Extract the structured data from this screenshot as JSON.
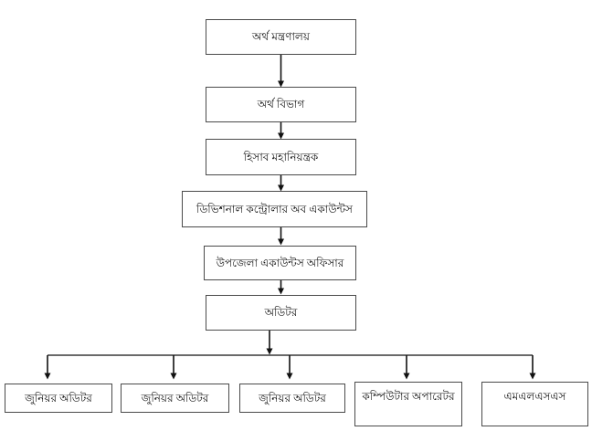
{
  "org_chart": {
    "type": "flowchart",
    "orientation": "top-down",
    "chain": [
      {
        "id": "ministry-of-finance",
        "label": "অর্থ মন্ত্রণালয়"
      },
      {
        "id": "finance-division",
        "label": "অর্থ বিভাগ"
      },
      {
        "id": "controller-general-of-accounts",
        "label": "হিসাব মহানিয়ন্ত্রক"
      },
      {
        "id": "divisional-controller-of-accounts",
        "label": "ডিভিশনাল কন্ট্রোলার অব একাউন্টস"
      },
      {
        "id": "upazila-accounts-officer",
        "label": "উপজেলা একাউন্টস অফিসার"
      },
      {
        "id": "auditor",
        "label": "অডিটর"
      }
    ],
    "leaves": [
      {
        "id": "junior-auditor-1",
        "label": "জুনিয়র অডিটর"
      },
      {
        "id": "junior-auditor-2",
        "label": "জুনিয়র অডিটর"
      },
      {
        "id": "junior-auditor-3",
        "label": "জুনিয়র অডিটর"
      },
      {
        "id": "computer-operator",
        "label": "কম্পিউটার অপারেটর"
      },
      {
        "id": "mlss",
        "label": "এমএলএসএস"
      }
    ],
    "colors": {
      "background": "#ffffff",
      "box_fill": "#ffffff",
      "box_border": "#4a4a4a",
      "line": "#111111",
      "text": "#161616"
    }
  }
}
